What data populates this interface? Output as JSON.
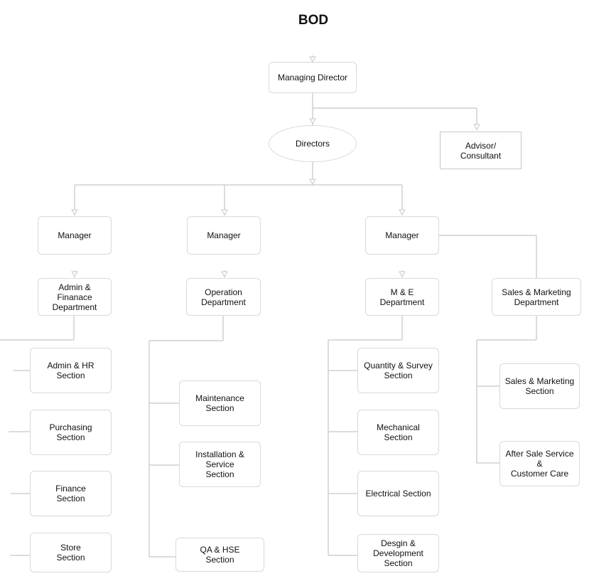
{
  "title": "BOD",
  "top": {
    "managing_director": "Managing Director",
    "directors": "Directors",
    "advisor": "Advisor/\nConsultant"
  },
  "branches": [
    {
      "manager": "Manager",
      "department": "Admin & Finanace\nDepartment",
      "sections": [
        "Admin & HR\nSection",
        "Purchasing\nSection",
        "Finance\nSection",
        "Store\nSection"
      ]
    },
    {
      "manager": "Manager",
      "department": "Operation\nDepartment",
      "sections": [
        "Maintenance\nSection",
        "Installation &\nService\nSection",
        "QA & HSE\nSection"
      ]
    },
    {
      "manager": "Manager",
      "department": "M & E\nDepartment",
      "sections": [
        "Quantity & Survey\nSection",
        "Mechanical\nSection",
        "Electrical Section",
        "Desgin &\nDevelopment\nSection"
      ]
    },
    {
      "department": "Sales & Marketing\nDepartment",
      "sections": [
        "Sales & Marketing\nSection",
        "After Sale Service\n&\nCustomer Care"
      ]
    }
  ]
}
